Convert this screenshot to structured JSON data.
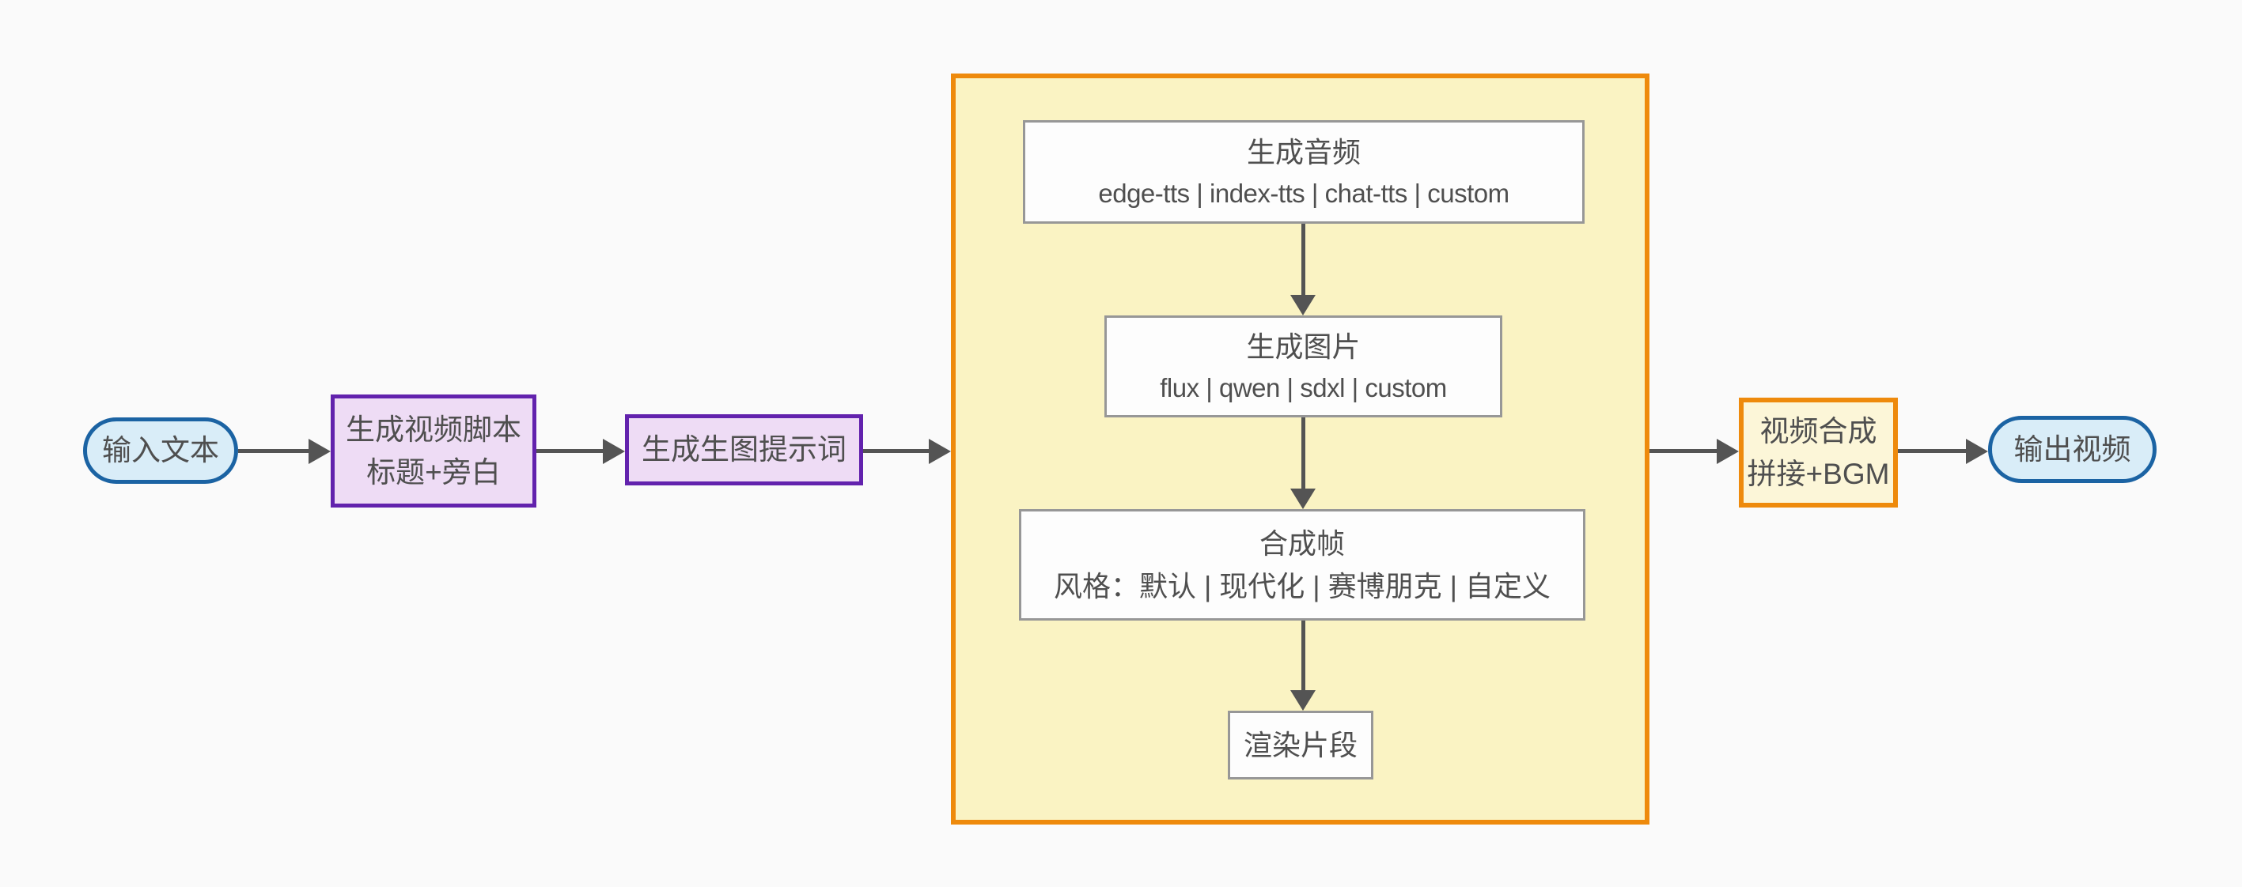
{
  "diagram_type": "flowchart",
  "colors": {
    "background": "#fafafa",
    "arrow": "#545454",
    "text": "#4f4f4f",
    "pill_fill": "#d9edf8",
    "pill_border": "#1b63a3",
    "purple_fill": "#eedcf5",
    "purple_border": "#6222ad",
    "group_fill": "#faf3c3",
    "group_border": "#ee8a0c",
    "white_box_fill": "#fdfdfd",
    "white_box_border": "#979797",
    "compose_fill": "#fcf6d8"
  },
  "nodes": {
    "input": {
      "label": "输入文本"
    },
    "script": {
      "line1": "生成视频脚本",
      "line2": "标题+旁白"
    },
    "prompt": {
      "label": "生成生图提示词"
    },
    "audio": {
      "line1": "生成音频",
      "line2": "edge-tts | index-tts | chat-tts | custom"
    },
    "image": {
      "line1": "生成图片",
      "line2": "flux | qwen | sdxl | custom"
    },
    "frame": {
      "line1": "合成帧",
      "line2": "风格：默认 | 现代化 | 赛博朋克 | 自定义"
    },
    "render": {
      "label": "渲染片段"
    },
    "compose": {
      "line1": "视频合成",
      "line2": "拼接+BGM"
    },
    "output": {
      "label": "输出视频"
    }
  },
  "edges": [
    {
      "from": "input",
      "to": "script"
    },
    {
      "from": "script",
      "to": "prompt"
    },
    {
      "from": "prompt",
      "to": "segment-group"
    },
    {
      "from": "audio",
      "to": "image"
    },
    {
      "from": "image",
      "to": "frame"
    },
    {
      "from": "frame",
      "to": "render"
    },
    {
      "from": "segment-group",
      "to": "compose"
    },
    {
      "from": "compose",
      "to": "output"
    }
  ]
}
